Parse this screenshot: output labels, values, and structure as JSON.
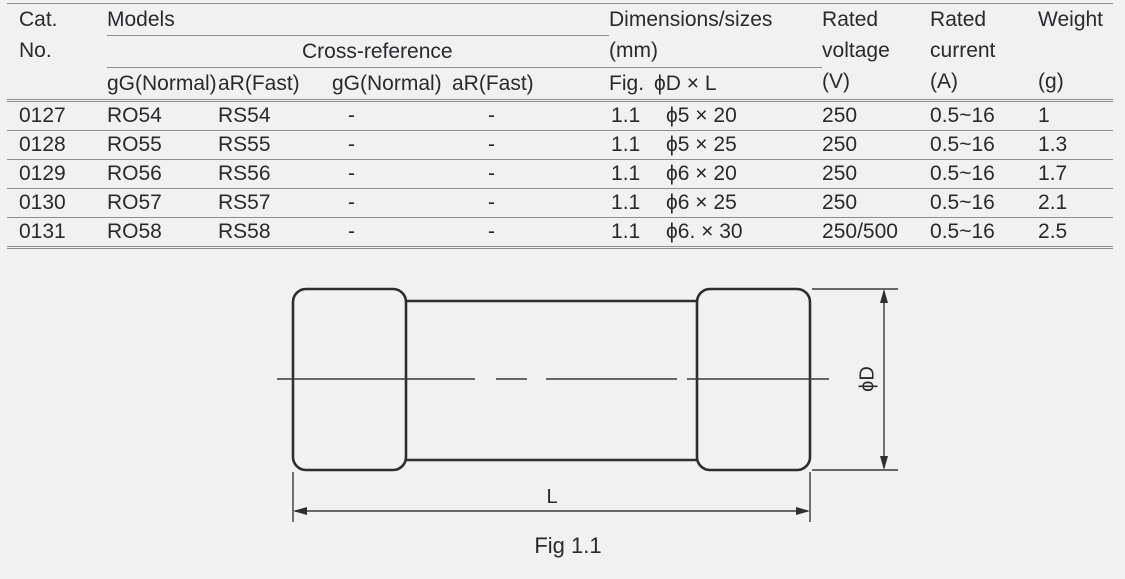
{
  "colors": {
    "background": "#f1f1f2",
    "text": "#2a2a2e",
    "rule_lines": "#8e8e93",
    "drawing_lines": "#2e2e32"
  },
  "table": {
    "headers": {
      "cat_line1": "Cat.",
      "cat_line2": "No.",
      "models": "Models",
      "cross_reference": "Cross-reference",
      "col_gg_normal": "gG(Normal)",
      "col_ar_fast": "aR(Fast)",
      "xref_gg_normal": "gG(Normal)",
      "xref_ar_fast": "aR(Fast)",
      "dimensions_line1": "Dimensions/sizes",
      "dimensions_line2": "(mm)",
      "fig": "Fig.",
      "d_x_l": "ϕD × L",
      "rated_voltage": [
        "Rated",
        "voltage",
        "(V)"
      ],
      "rated_current": [
        "Rated",
        "current",
        "(A)"
      ],
      "weight": [
        "Weight",
        "(g)"
      ]
    },
    "rows": [
      {
        "cat": "0127",
        "gg": "RO54",
        "ar": "RS54",
        "xgg": "-",
        "xar": "-",
        "fig": "1.1",
        "dxl": "ϕ5 × 20",
        "v": "250",
        "a": "0.5~16",
        "g": "1"
      },
      {
        "cat": "0128",
        "gg": "RO55",
        "ar": "RS55",
        "xgg": "-",
        "xar": "-",
        "fig": "1.1",
        "dxl": "ϕ5 × 25",
        "v": "250",
        "a": "0.5~16",
        "g": "1.3"
      },
      {
        "cat": "0129",
        "gg": "RO56",
        "ar": "RS56",
        "xgg": "-",
        "xar": "-",
        "fig": "1.1",
        "dxl": "ϕ6 × 20",
        "v": "250",
        "a": "0.5~16",
        "g": "1.7"
      },
      {
        "cat": "0130",
        "gg": "RO57",
        "ar": "RS57",
        "xgg": "-",
        "xar": "-",
        "fig": "1.1",
        "dxl": "ϕ6 × 25",
        "v": "250",
        "a": "0.5~16",
        "g": "2.1"
      },
      {
        "cat": "0131",
        "gg": "RO58",
        "ar": "RS58",
        "xgg": "-",
        "xar": "-",
        "fig": "1.1",
        "dxl": "ϕ6. × 30",
        "v": "250/500",
        "a": "0.5~16",
        "g": "2.5"
      }
    ]
  },
  "figure": {
    "diameter_label": "ϕD",
    "length_label": "L",
    "caption": "Fig 1.1"
  }
}
